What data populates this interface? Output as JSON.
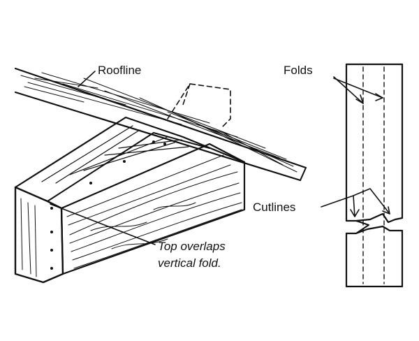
{
  "labels": {
    "roofline": "Roofline",
    "folds": "Folds",
    "cutlines": "Cutlines",
    "top_overlaps_line1": "Top overlaps",
    "top_overlaps_line2": "vertical fold."
  },
  "colors": {
    "ink": "#111111",
    "paper": "#ffffff"
  }
}
